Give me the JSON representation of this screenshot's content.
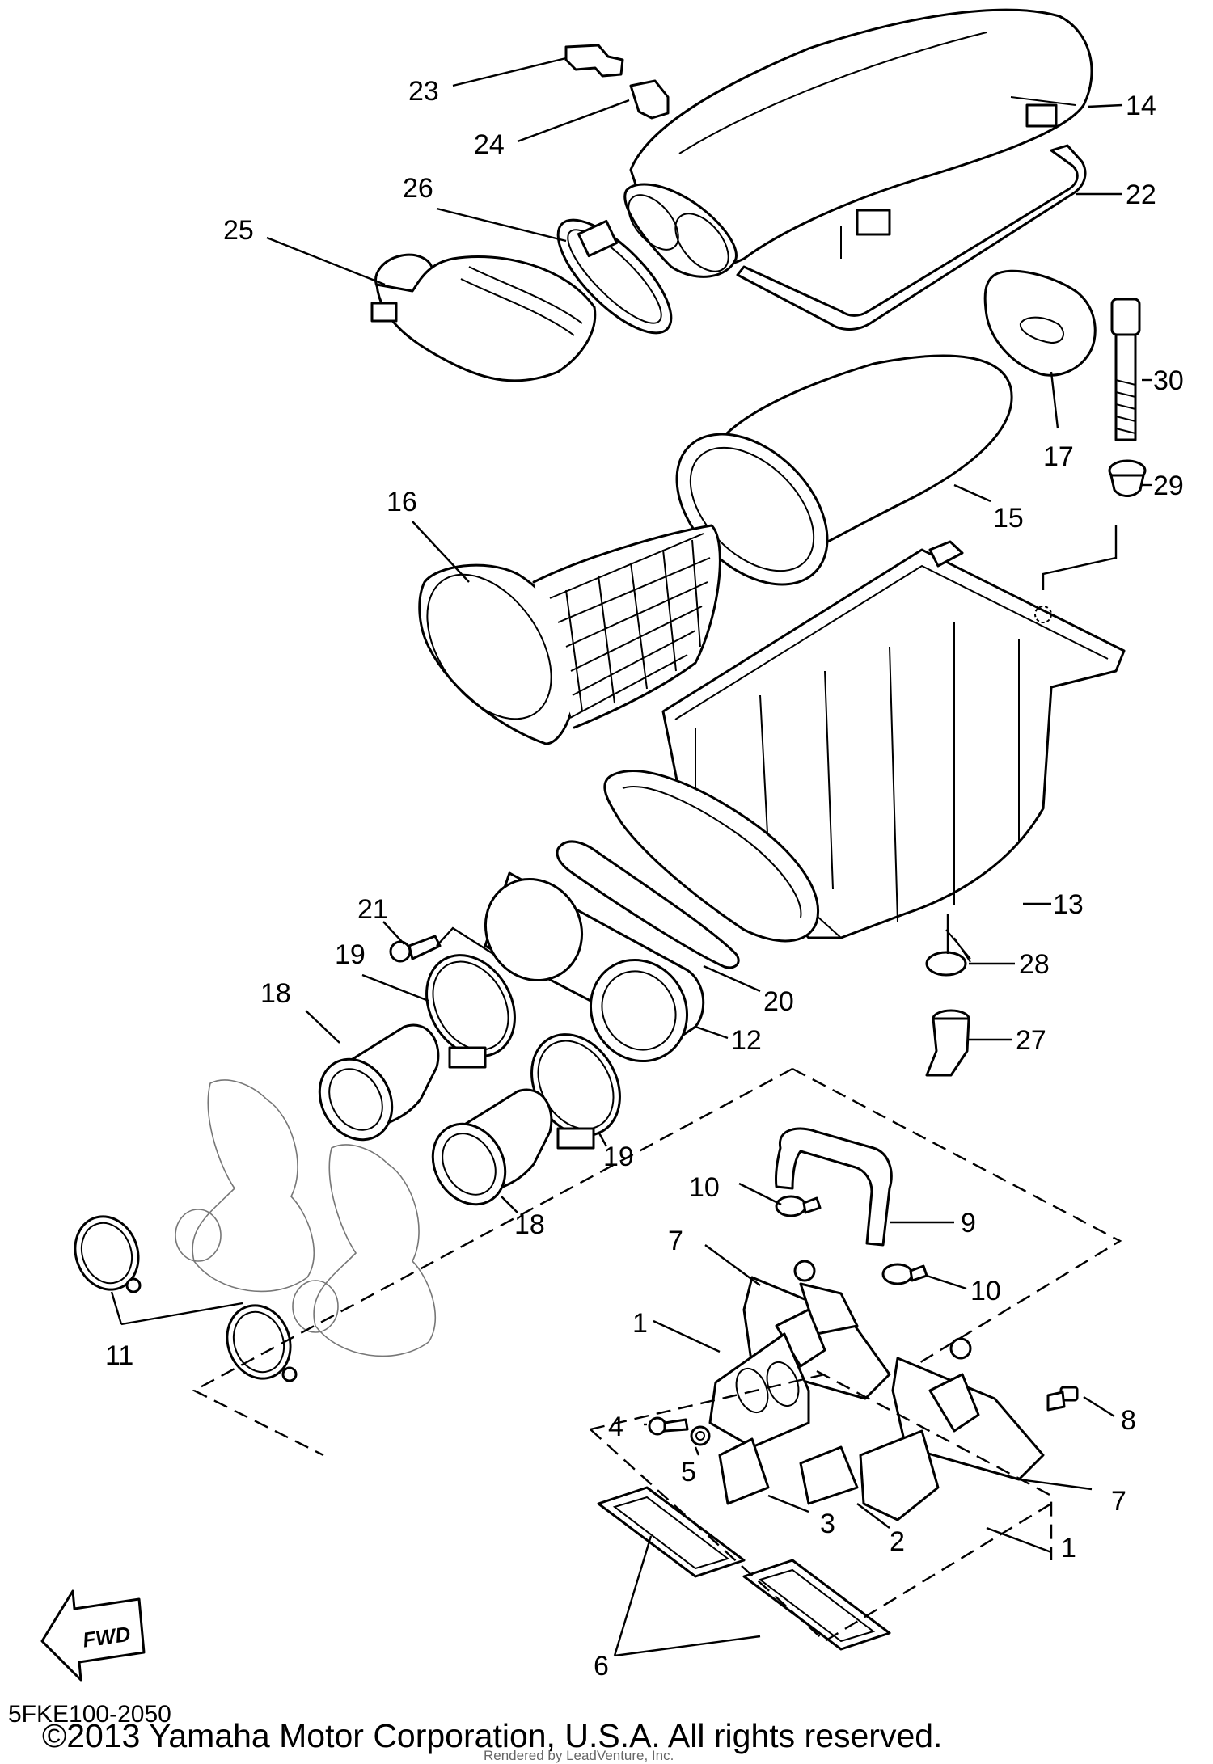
{
  "diagram": {
    "code": "5FKE100-2050",
    "copyright": "©2013 Yamaha Motor Corporation, U.S.A. All rights reserved.",
    "render_credit": "Rendered by LeadVenture, Inc.",
    "fwd_label": "FWD",
    "callouts": {
      "c23": "23",
      "c24": "24",
      "c14": "14",
      "c22": "22",
      "c26": "26",
      "c25": "25",
      "c30": "30",
      "c17": "17",
      "c29": "29",
      "c15": "15",
      "c16": "16",
      "c13": "13",
      "c21": "21",
      "c19a": "19",
      "c18a": "18",
      "c28": "28",
      "c20": "20",
      "c12": "12",
      "c27": "27",
      "c19b": "19",
      "c18b": "18",
      "c10a": "10",
      "c9": "9",
      "c7a": "7",
      "c10b": "10",
      "c11": "11",
      "c1a": "1",
      "c8": "8",
      "c4": "4",
      "c5": "5",
      "c7b": "7",
      "c3": "3",
      "c2": "2",
      "c1b": "1",
      "c6": "6"
    }
  }
}
